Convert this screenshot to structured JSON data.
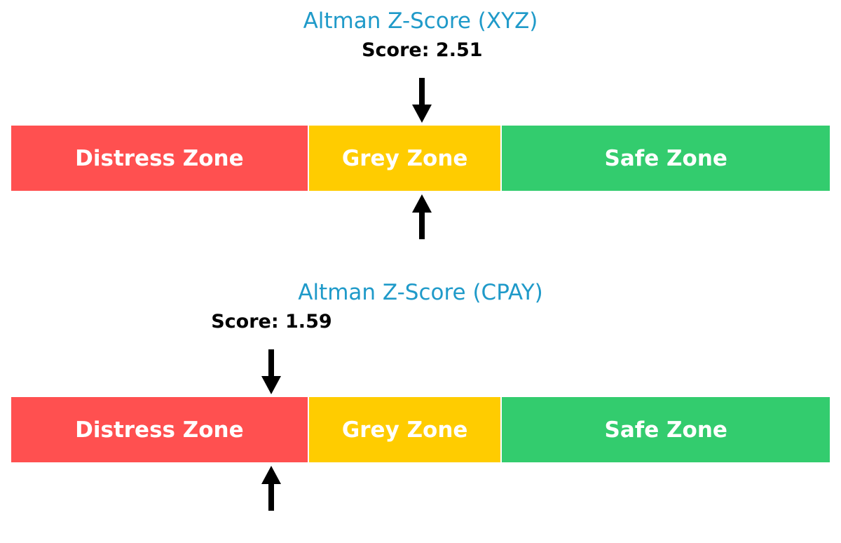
{
  "chart_data": [
    {
      "type": "gauge",
      "title": "Altman Z-Score (XYZ)",
      "score_label": "Score: 2.51",
      "score": 2.51,
      "zones": [
        {
          "label": "Distress Zone",
          "color": "#ff5050"
        },
        {
          "label": "Grey Zone",
          "color": "#ffcc00"
        },
        {
          "label": "Safe Zone",
          "color": "#33cc6e"
        }
      ]
    },
    {
      "type": "gauge",
      "title": "Altman Z-Score (CPAY)",
      "score_label": "Score: 1.59",
      "score": 1.59,
      "zones": [
        {
          "label": "Distress Zone",
          "color": "#ff5050"
        },
        {
          "label": "Grey Zone",
          "color": "#ffcc00"
        },
        {
          "label": "Safe Zone",
          "color": "#33cc6e"
        }
      ]
    }
  ]
}
